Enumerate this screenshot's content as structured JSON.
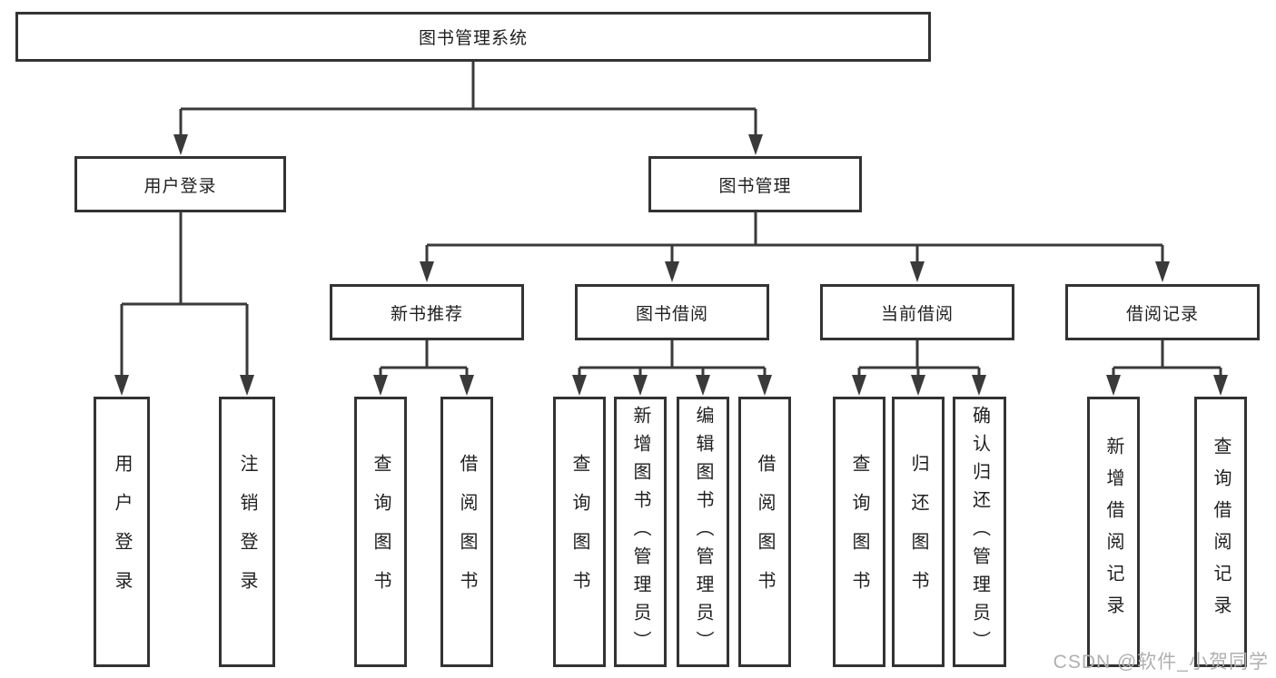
{
  "diagram_title": "图书管理系统",
  "nodes": {
    "root": "图书管理系统",
    "user_login": "用户登录",
    "book_management": "图书管理",
    "login": "用户登录",
    "logout": "注销登录",
    "new_book_recommend": "新书推荐",
    "book_borrow": "图书借阅",
    "current_borrow": "当前借阅",
    "borrow_record": "借阅记录",
    "nbr_query_book": "查询图书",
    "nbr_borrow_book": "借阅图书",
    "bb_query_book": "查询图书",
    "bb_add_book": "新增图书（管理员）",
    "bb_edit_book": "编辑图书（管理员）",
    "bb_borrow_book": "借阅图书",
    "cb_query_book": "查询图书",
    "cb_return_book": "归还图书",
    "cb_confirm_return": "确认归还（管理员）",
    "br_add_record": "新增借阅记录",
    "br_query_record": "查询借阅记录"
  },
  "watermark": "CSDN @软件_小贺同学",
  "colors": {
    "line": "#3a3a3a",
    "border": "#333333",
    "text": "#1f1f1f",
    "watermark": "#b0b0b0",
    "background": "#ffffff"
  }
}
